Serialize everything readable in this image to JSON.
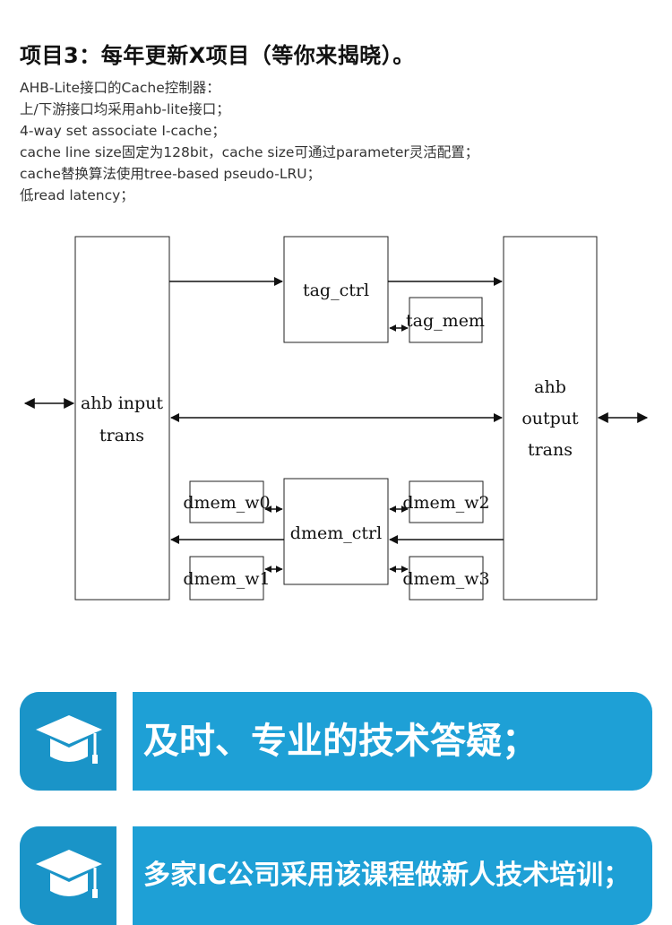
{
  "project": {
    "title": "项目3：每年更新X项目（等你来揭晓）。",
    "lines": [
      "AHB-Lite接口的Cache控制器：",
      "上/下游接口均采用ahb-lite接口；",
      "4-way set associate I-cache；",
      "cache line size固定为128bit，cache size可通过parameter灵活配置；",
      "cache替换算法使用tree-based pseudo-LRU；",
      "低read latency；"
    ]
  },
  "diagram": {
    "blocks": {
      "ahb_input": [
        "ahb input",
        "trans"
      ],
      "tag_ctrl": "tag_ctrl",
      "tag_mem": "tag_mem",
      "ahb_output": [
        "ahb",
        "output",
        "trans"
      ],
      "dmem_ctrl": "dmem_ctrl",
      "dmem_w0": "dmem_w0",
      "dmem_w1": "dmem_w1",
      "dmem_w2": "dmem_w2",
      "dmem_w3": "dmem_w3"
    }
  },
  "banners": [
    {
      "text": "及时、专业的技术答疑；",
      "icon": "graduation-cap-icon"
    },
    {
      "text": "多家IC公司采用该课程做新人技术培训；",
      "icon": "graduation-cap-icon"
    }
  ],
  "colors": {
    "banner": "#1ea0d6",
    "banner_text": "#ffffff"
  }
}
